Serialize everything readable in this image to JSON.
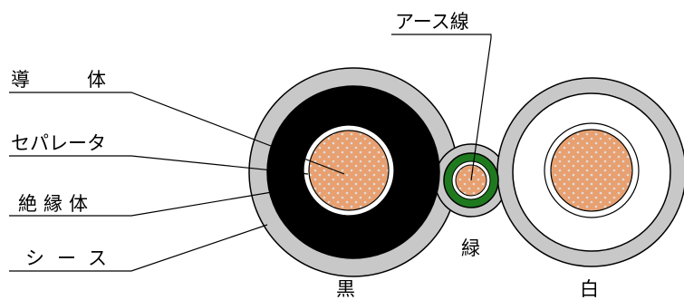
{
  "labels": {
    "conductor": "導　　体",
    "separator": "セパレータ",
    "insulation": "絶縁体",
    "sheath": "シース",
    "earth_wire": "アース線"
  },
  "core_colors_text": {
    "black": "黒",
    "green": "緑",
    "white": "白"
  },
  "colors": {
    "sheath": "#c8c8c8",
    "insulation_black": "#000000",
    "insulation_white": "#ffffff",
    "insulation_green": "#1f7a1f",
    "conductor": "#e8a070",
    "conductor_dots": "#d8d8d8",
    "outline": "#000000"
  }
}
